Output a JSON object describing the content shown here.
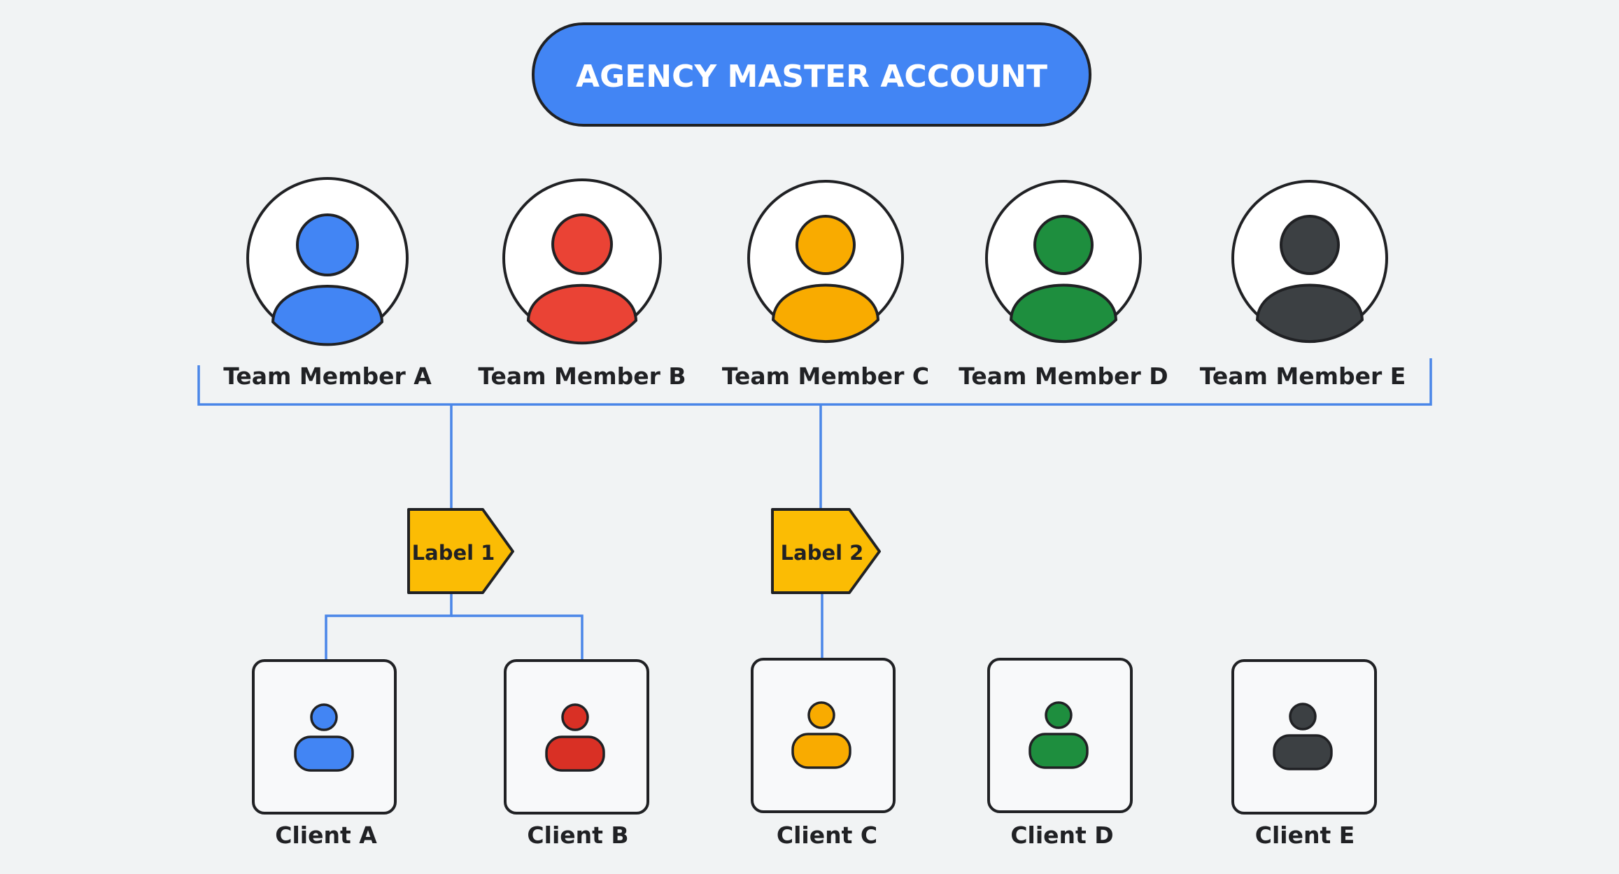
{
  "header": {
    "title": "AGENCY MASTER ACCOUNT"
  },
  "team_members": [
    {
      "label": "Team Member A",
      "color": "#4285f4"
    },
    {
      "label": "Team Member B",
      "color": "#ea4335"
    },
    {
      "label": "Team Member C",
      "color": "#f9ab00"
    },
    {
      "label": "Team Member D",
      "color": "#1e8e3e"
    },
    {
      "label": "Team Member E",
      "color": "#3c4043"
    }
  ],
  "labels": [
    {
      "text": "Label 1",
      "color": "#fbbc04"
    },
    {
      "text": "Label 2",
      "color": "#fbbc04"
    }
  ],
  "clients": [
    {
      "label": "Client A",
      "color": "#4285f4"
    },
    {
      "label": "Client B",
      "color": "#d93025"
    },
    {
      "label": "Client C",
      "color": "#f9ab00"
    },
    {
      "label": "Client D",
      "color": "#1e8e3e"
    },
    {
      "label": "Client E",
      "color": "#3c4043"
    }
  ],
  "colors": {
    "background": "#f1f3f4",
    "accent": "#4285f4",
    "connector": "#4a86e8",
    "outline": "#202124"
  }
}
